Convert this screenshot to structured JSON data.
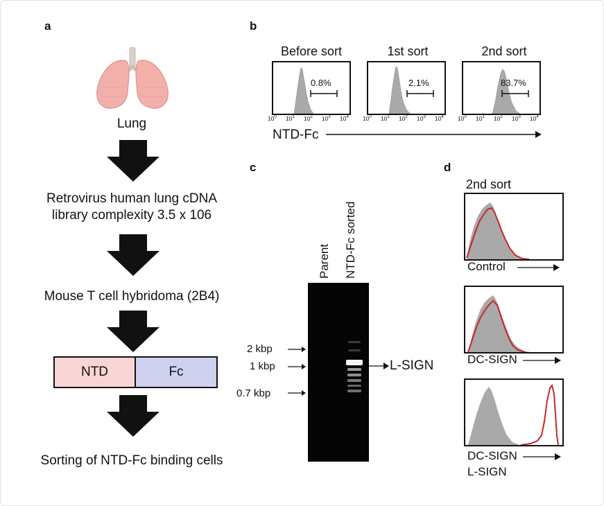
{
  "colors": {
    "ntd_fill": "#f9d6d5",
    "fc_fill": "#cfd2ef",
    "histogram_gray": "#a9a9a9",
    "lsign_red": "#c62828",
    "lung_pink": "#f0a7a2"
  },
  "panels": {
    "a": {
      "letter": "a"
    },
    "b": {
      "letter": "b"
    },
    "c": {
      "letter": "c"
    },
    "d": {
      "letter": "d"
    }
  },
  "workflow": {
    "lung_label": "Lung",
    "step_library_line1": "Retrovirus human lung cDNA",
    "step_library_line2": "library complexity 3.5 x 106",
    "step_hybridoma": "Mouse T cell hybridoma (2B4)",
    "construct_ntd": "NTD",
    "construct_fc": "Fc",
    "step_sorting": "Sorting of NTD-Fc binding cells"
  },
  "sorting": {
    "axis_label": "NTD-Fc",
    "histograms": [
      {
        "title": "Before sort",
        "gate_percent": "0.8%"
      },
      {
        "title": "1st sort",
        "gate_percent": "2.1%"
      },
      {
        "title": "2nd sort",
        "gate_percent": "83.7%"
      }
    ]
  },
  "gel": {
    "lanes": [
      "Parent",
      "NTD-Fc sorted"
    ],
    "markers": [
      "2 kbp",
      "1 kbp",
      "0.7 kbp"
    ],
    "band_label": "L-SIGN"
  },
  "binding": {
    "title": "2nd sort",
    "histograms": [
      {
        "label_line1": "Control",
        "label_line2": ""
      },
      {
        "label_line1": "DC-SIGN",
        "label_line2": ""
      },
      {
        "label_line1": "DC-SIGN",
        "label_line2": "L-SIGN"
      }
    ]
  },
  "chart_data": {
    "type": "histogram",
    "title": "",
    "x_axis_label": "NTD-Fc",
    "x_scale": "log",
    "x_ticks": [
      "10^0",
      "10^1",
      "10^2",
      "10^3",
      "10^4"
    ],
    "gates": [
      {
        "panel": "Before sort",
        "percent_positive": 0.8
      },
      {
        "panel": "1st sort",
        "percent_positive": 2.1
      },
      {
        "panel": "2nd sort",
        "percent_positive": 83.7
      }
    ]
  }
}
